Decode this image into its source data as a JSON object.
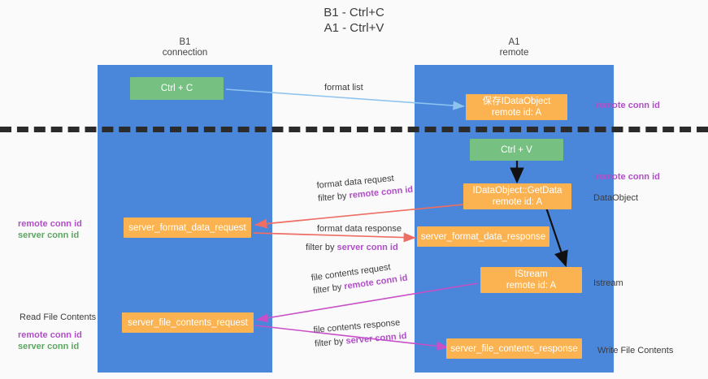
{
  "title": {
    "line1": "B1 - Ctrl+C",
    "line2": "A1 - Ctrl+V"
  },
  "lanes": [
    {
      "name": "B1",
      "role": "connection"
    },
    {
      "name": "A1",
      "role": "remote"
    }
  ],
  "boxes": {
    "ctrl_c": "Ctrl + C",
    "ctrl_v": "Ctrl + V",
    "save_dataobject_l1": "保存IDataObject",
    "save_dataobject_l2": "remote id: A",
    "getdata_l1": "IDataObject::GetData",
    "getdata_l2": "remote id: A",
    "server_format_data_request": "server_format_data_request",
    "server_format_data_response": "server_format_data_response",
    "istream_l1": "IStream",
    "istream_l2": "remote id: A",
    "server_file_contents_request": "server_file_contents_request",
    "server_file_contents_response": "server_file_contents_response"
  },
  "flow_labels": {
    "format_list": "format list",
    "format_data_request": "format data request",
    "format_data_request_filter_prefix": "filter by ",
    "format_data_request_filter_key": "remote conn id",
    "format_data_response": "format data response",
    "format_data_response_filter_prefix": "filter by ",
    "format_data_response_filter_key": "server conn id",
    "file_contents_request": "file contents request",
    "file_contents_request_filter_prefix": "filter by ",
    "file_contents_request_filter_key": "remote conn id",
    "file_contents_response": "file contents response",
    "file_contents_response_filter_prefix": "filter by ",
    "file_contents_response_filter_key": "server conn id"
  },
  "right_annotations": {
    "remote_conn_id_top": "remote conn id",
    "remote_conn_id_mid": "remote conn id",
    "dataobject": "DataObject",
    "istream": "Istream",
    "write_file_contents": "Write File Contents"
  },
  "left_annotations": {
    "mid_remote": "remote conn id",
    "mid_server": "server conn id",
    "read_file_contents": "Read File Contents",
    "bottom_remote": "remote conn id",
    "bottom_server": "server conn id"
  },
  "colors": {
    "lane": "#4a86d9",
    "green_box": "#76c182",
    "orange_box": "#fbb250",
    "purple": "#b04fc8",
    "green_text": "#5aa85f",
    "arrow_light_blue": "#8fc3ef",
    "arrow_red": "#ee6e64",
    "arrow_magenta": "#c84fc8",
    "arrow_black": "#111111",
    "divider": "#2b2b2b",
    "background": "#fafafa"
  }
}
